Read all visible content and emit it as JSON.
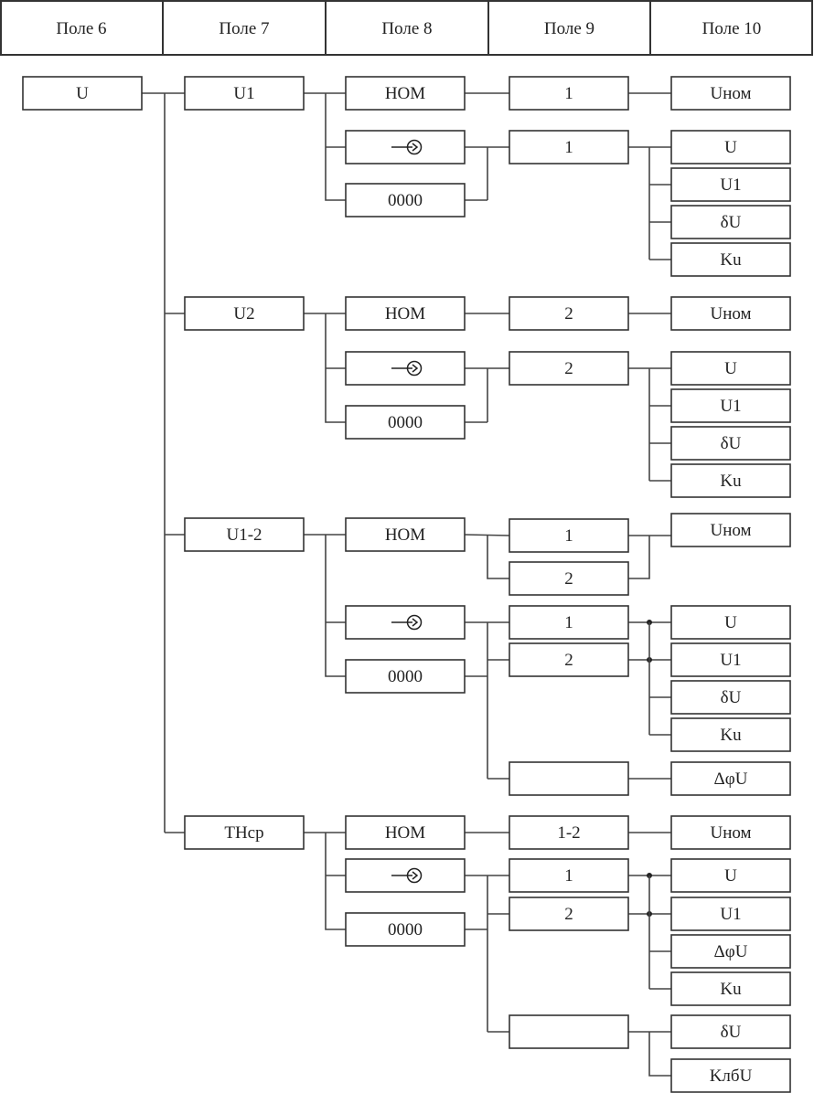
{
  "header": {
    "columns": [
      "Поле 6",
      "Поле 7",
      "Поле 8",
      "Поле 9",
      "Поле 10"
    ]
  },
  "root": {
    "label": "U"
  },
  "groups": [
    {
      "label": "U1",
      "mode_nom": "НОМ",
      "mode_icon": "arrow-into-circle-icon",
      "mode_code": "0000",
      "nom_channels": [
        "1"
      ],
      "nom_result": "Uном",
      "meas_channels": [
        "1"
      ],
      "meas_results": [
        "U",
        "U1",
        "δU",
        "Ku"
      ],
      "extra_results": []
    },
    {
      "label": "U2",
      "mode_nom": "НОМ",
      "mode_icon": "arrow-into-circle-icon",
      "mode_code": "0000",
      "nom_channels": [
        "2"
      ],
      "nom_result": "Uном",
      "meas_channels": [
        "2"
      ],
      "meas_results": [
        "U",
        "U1",
        "δU",
        "Ku"
      ],
      "extra_results": []
    },
    {
      "label": "U1-2",
      "mode_nom": "НОМ",
      "mode_icon": "arrow-into-circle-icon",
      "mode_code": "0000",
      "nom_channels": [
        "1",
        "2"
      ],
      "nom_result": "Uном",
      "meas_channels": [
        "1",
        "2"
      ],
      "meas_results": [
        "U",
        "U1",
        "δU",
        "Ku"
      ],
      "extra_channel": "",
      "extra_results": [
        "ΔφU"
      ]
    },
    {
      "label": "THср",
      "mode_nom": "НОМ",
      "mode_icon": "arrow-into-circle-icon",
      "mode_code": "0000",
      "nom_channels": [
        "1-2"
      ],
      "nom_result": "Uном",
      "meas_channels": [
        "1",
        "2"
      ],
      "meas_results": [
        "U",
        "U1",
        "ΔφU",
        "Ku"
      ],
      "extra_channel": "",
      "extra_results": [
        "δU",
        "KлбU"
      ]
    }
  ]
}
